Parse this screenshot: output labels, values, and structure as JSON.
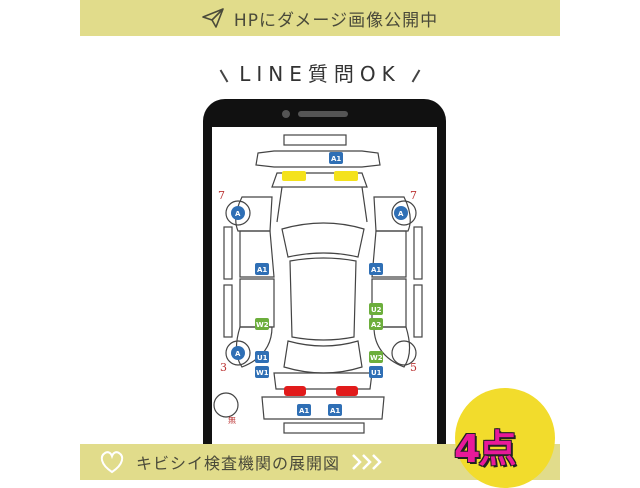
{
  "top_banner": {
    "text": "HPにダメージ画像公開中",
    "icon": "paper-plane-icon"
  },
  "heading": {
    "text": "LINE質問OK"
  },
  "inspection": {
    "corner_numbers": {
      "front_left": "7",
      "front_right": "7",
      "rear_left": "3",
      "rear_right": "5"
    },
    "no_damage_label": "無",
    "badges": {
      "front_bumper": "A1",
      "left_front_wheel": "A",
      "right_front_wheel": "A",
      "left_front_door": "A1",
      "right_front_door": "A1",
      "right_rear_door_upper": "U2",
      "right_rear_door_lower": "A2",
      "left_rear_door": "W2",
      "left_rear_wheel": "A",
      "left_rear_panel_upper": "U1",
      "left_rear_panel_lower": "W1",
      "right_rear_panel_upper": "W2",
      "right_rear_panel_lower": "U1",
      "rear_bumper_left": "A1",
      "rear_bumper_right": "A1"
    },
    "colors": {
      "blue_badge": "#2f6fb5",
      "green_badge": "#6cae3c",
      "headlight": "#f4e21c",
      "taillight": "#e11b1b"
    }
  },
  "bottom_banner": {
    "text": "キビシイ検査機関の展開図",
    "icon": "heart-outline-icon",
    "arrows_icon": "double-chevron-right-icon"
  },
  "points_badge": {
    "text": "4点",
    "color": "#e8199a"
  }
}
